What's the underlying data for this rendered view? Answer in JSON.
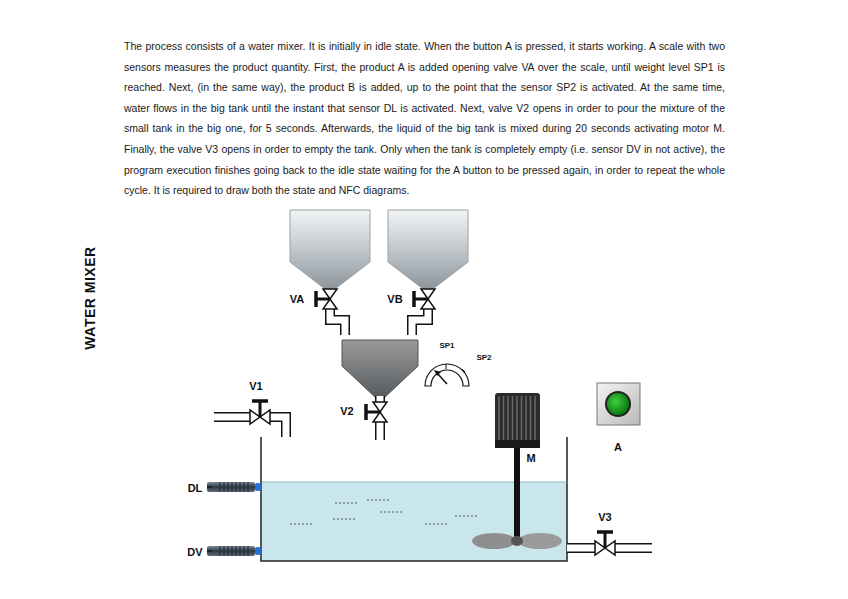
{
  "diagram": {
    "title": "WATER MIXER",
    "labels": [
      "The process consists of a water mixer. It is initially in idle state. When the button A is pressed, it starts working. A scale with two sensors measures the product quantity. First, the product A is added opening valve VA over the scale, until weight level SP1 is reached. Next, (in the same way), the product B is added, up to the point that the sensor SP2 is activated. At the same time, water flows in the big tank until the instant that sensor DL is activated. Next, valve V2 opens in order to pour the mixture of the small tank in the big one, for 5 seconds. Afterwards, the liquid of the big tank is mixed during 20 seconds activating motor M. Finally, the valve V3 opens in order to empty the tank. Only when the tank is completely empty (i.e. sensor DV in not active), the program execution finishes going back to the idle state waiting for the A button to be pressed again, in order to repeat the whole cycle. It is required to draw both the state and NFC diagrams.",
      "VA",
      "VB",
      "SP1",
      "SP2",
      "V1",
      "V2",
      "M",
      "A",
      "DL",
      "DV",
      "V3"
    ]
  }
}
